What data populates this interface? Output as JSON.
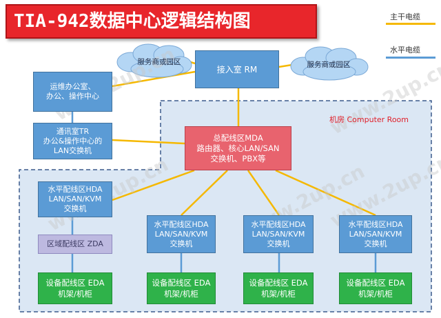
{
  "title": "TIA-942数据中心逻辑结构图",
  "legend": {
    "main_cable": "主干电缆",
    "main_cable_color": "#f5b800",
    "horizontal_cable": "水平电缆",
    "horizontal_cable_color": "#5b9bd5"
  },
  "clouds": {
    "left": "服务商或园区",
    "right": "服务商或园区"
  },
  "entrance_room": "接入室 RM",
  "ops_center": [
    "运维办公室、",
    "办公、操作中心"
  ],
  "telecom_room": [
    "通讯室TR",
    "办公&操作中心的",
    "LAN交换机"
  ],
  "computer_room_label": "机房 Computer Room",
  "mda": [
    "总配线区MDA",
    "路由器、核心LAN/SAN",
    "交换机、PBX等"
  ],
  "hda_left": [
    "水平配线区HDA",
    "LAN/SAN/KVM",
    "交换机"
  ],
  "hda": [
    [
      "水平配线区HDA",
      "LAN/SAN/KVM",
      "交换机"
    ],
    [
      "水平配线区HDA",
      "LAN/SAN/KVM",
      "交换机"
    ],
    [
      "水平配线区HDA",
      "LAN/SAN/KVM",
      "交换机"
    ]
  ],
  "zda": "区域配线区 ZDA",
  "eda": [
    [
      "设备配线区 EDA",
      "机架/机柜"
    ],
    [
      "设备配线区 EDA",
      "机架/机柜"
    ],
    [
      "设备配线区 EDA",
      "机架/机柜"
    ],
    [
      "设备配线区 EDA",
      "机架/机柜"
    ]
  ],
  "watermark": "www.2up.cn",
  "colors": {
    "title_bg": "#e8262b",
    "box_blue": "#5b9bd5",
    "box_green": "#2fb24a",
    "box_red": "#e8636e",
    "box_zda": "#bdb9e0",
    "room_bg": "#dbe7f4",
    "room_border": "#3b5a8c"
  }
}
